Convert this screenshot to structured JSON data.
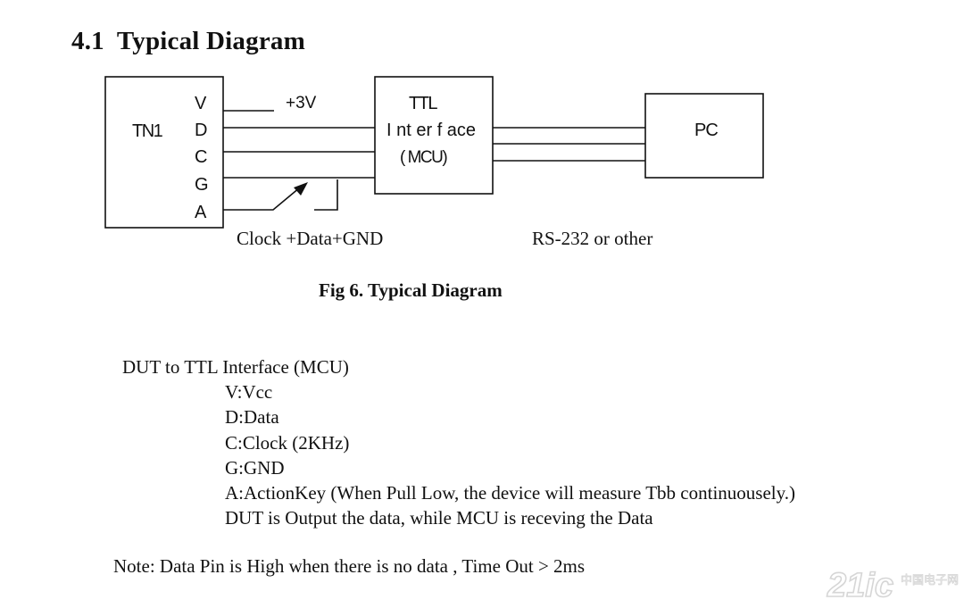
{
  "section": {
    "number": "4.1",
    "title": "Typical Diagram"
  },
  "diagram": {
    "device": {
      "label": "TN1",
      "pins": [
        "V",
        "D",
        "C",
        "G",
        "A"
      ]
    },
    "supply_label": "+3V",
    "mcu": {
      "line1": "TTL",
      "line2": "I nt er f ace",
      "line3": "( MCU)"
    },
    "pc_label": "PC",
    "left_bus_label": "Clock +Data+GND",
    "right_bus_label": "RS-232 or other"
  },
  "figure_caption": "Fig 6. Typical Diagram",
  "pin_description": {
    "intro": "DUT to TTL Interface (MCU)",
    "items": [
      "V:Vcc",
      "D:Data",
      "C:Clock (2KHz)",
      "G:GND",
      "A:ActionKey (When Pull Low, the device will measure Tbb continuousely.)",
      "DUT is Output the data, while MCU is receving the Data"
    ]
  },
  "note": "Note: Data Pin is High when there is no data , Time Out > 2ms",
  "watermark": {
    "brand": "21ic",
    "site_name": "中国电子网"
  }
}
